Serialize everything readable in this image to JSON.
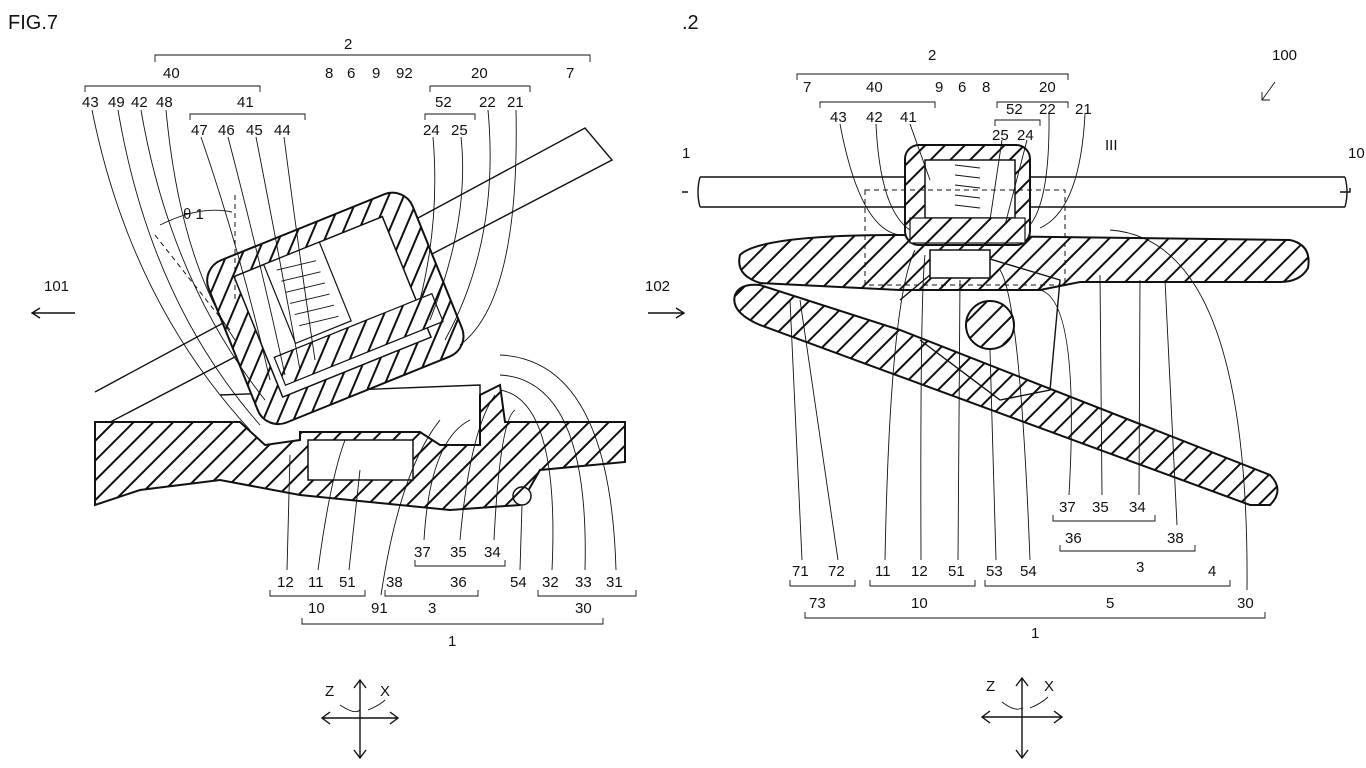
{
  "fig7": {
    "title": "FIG.7",
    "top_labels": [
      "2",
      "40",
      "8",
      "6",
      "9",
      "92",
      "20",
      "7",
      "43",
      "49",
      "42",
      "48",
      "41",
      "52",
      "22",
      "21",
      "47",
      "46",
      "45",
      "44",
      "24",
      "25"
    ],
    "angle_label": "θ 1",
    "direction_left": "101",
    "direction_right": "102",
    "bottom_labels": [
      "37",
      "35",
      "34",
      "12",
      "11",
      "51",
      "38",
      "36",
      "54",
      "32",
      "33",
      "31",
      "10",
      "91",
      "3",
      "30",
      "1"
    ],
    "axis_z": "Z",
    "axis_x": "X"
  },
  "fig2": {
    "title": ".2",
    "top_labels": [
      "2",
      "100",
      "7",
      "40",
      "9",
      "6",
      "8",
      "20",
      "52",
      "22",
      "21",
      "43",
      "42",
      "41",
      "25",
      "24",
      "III",
      "1",
      "10"
    ],
    "bottom_labels": [
      "37",
      "35",
      "34",
      "36",
      "38",
      "3",
      "4",
      "71",
      "72",
      "11",
      "12",
      "51",
      "53",
      "54",
      "73",
      "10",
      "5",
      "30",
      "1"
    ],
    "axis_z": "Z",
    "axis_x": "X"
  }
}
